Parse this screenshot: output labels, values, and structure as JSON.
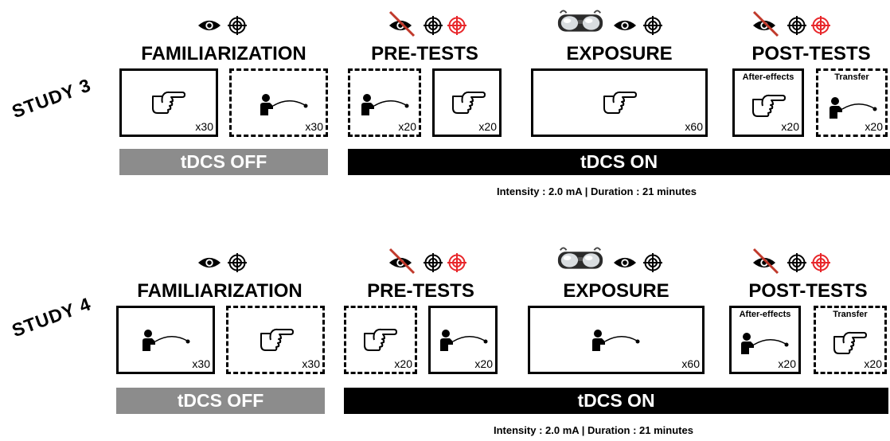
{
  "studies": [
    {
      "label": "STUDY 3",
      "phases": {
        "familiarization": "FAMILIARIZATION",
        "pretests": "PRE-TESTS",
        "exposure": "EXPOSURE",
        "posttests": "POST-TESTS"
      },
      "boxes": {
        "fam1": {
          "count": "x30",
          "task": "pointing"
        },
        "fam2": {
          "count": "x30",
          "task": "throwing"
        },
        "pre1": {
          "count": "x20",
          "task": "throwing"
        },
        "pre2": {
          "count": "x20",
          "task": "pointing"
        },
        "exp": {
          "count": "x60",
          "task": "pointing"
        },
        "post1": {
          "count": "x20",
          "task": "pointing",
          "label": "After-effects"
        },
        "post2": {
          "count": "x20",
          "task": "throwing",
          "label": "Transfer"
        }
      },
      "bars": {
        "off": "tDCS OFF",
        "on": "tDCS ON"
      },
      "intensity": "Intensity : 2.0 mA | Duration : 21 minutes"
    },
    {
      "label": "STUDY 4",
      "phases": {
        "familiarization": "FAMILIARIZATION",
        "pretests": "PRE-TESTS",
        "exposure": "EXPOSURE",
        "posttests": "POST-TESTS"
      },
      "boxes": {
        "fam1": {
          "count": "x30",
          "task": "throwing"
        },
        "fam2": {
          "count": "x30",
          "task": "pointing"
        },
        "pre1": {
          "count": "x20",
          "task": "pointing"
        },
        "pre2": {
          "count": "x20",
          "task": "throwing"
        },
        "exp": {
          "count": "x60",
          "task": "throwing"
        },
        "post1": {
          "count": "x20",
          "task": "throwing",
          "label": "After-effects"
        },
        "post2": {
          "count": "x20",
          "task": "pointing",
          "label": "Transfer"
        }
      },
      "bars": {
        "off": "tDCS OFF",
        "on": "tDCS ON"
      },
      "intensity": "Intensity : 2.0 mA | Duration : 21 minutes"
    }
  ],
  "icons": {
    "vision": "eye-icon",
    "vision_blocked": "crossed-eye-icon",
    "target": "target-icon",
    "target_red": "red-target-icon",
    "goggles": "prism-goggles-icon",
    "pointing": "pointing-hand-icon",
    "throwing": "throwing-person-icon"
  },
  "colors": {
    "target_red": "#e8262a",
    "bar_off": "#8c8c8c",
    "bar_on": "#000000",
    "cross": "#c0392b"
  }
}
